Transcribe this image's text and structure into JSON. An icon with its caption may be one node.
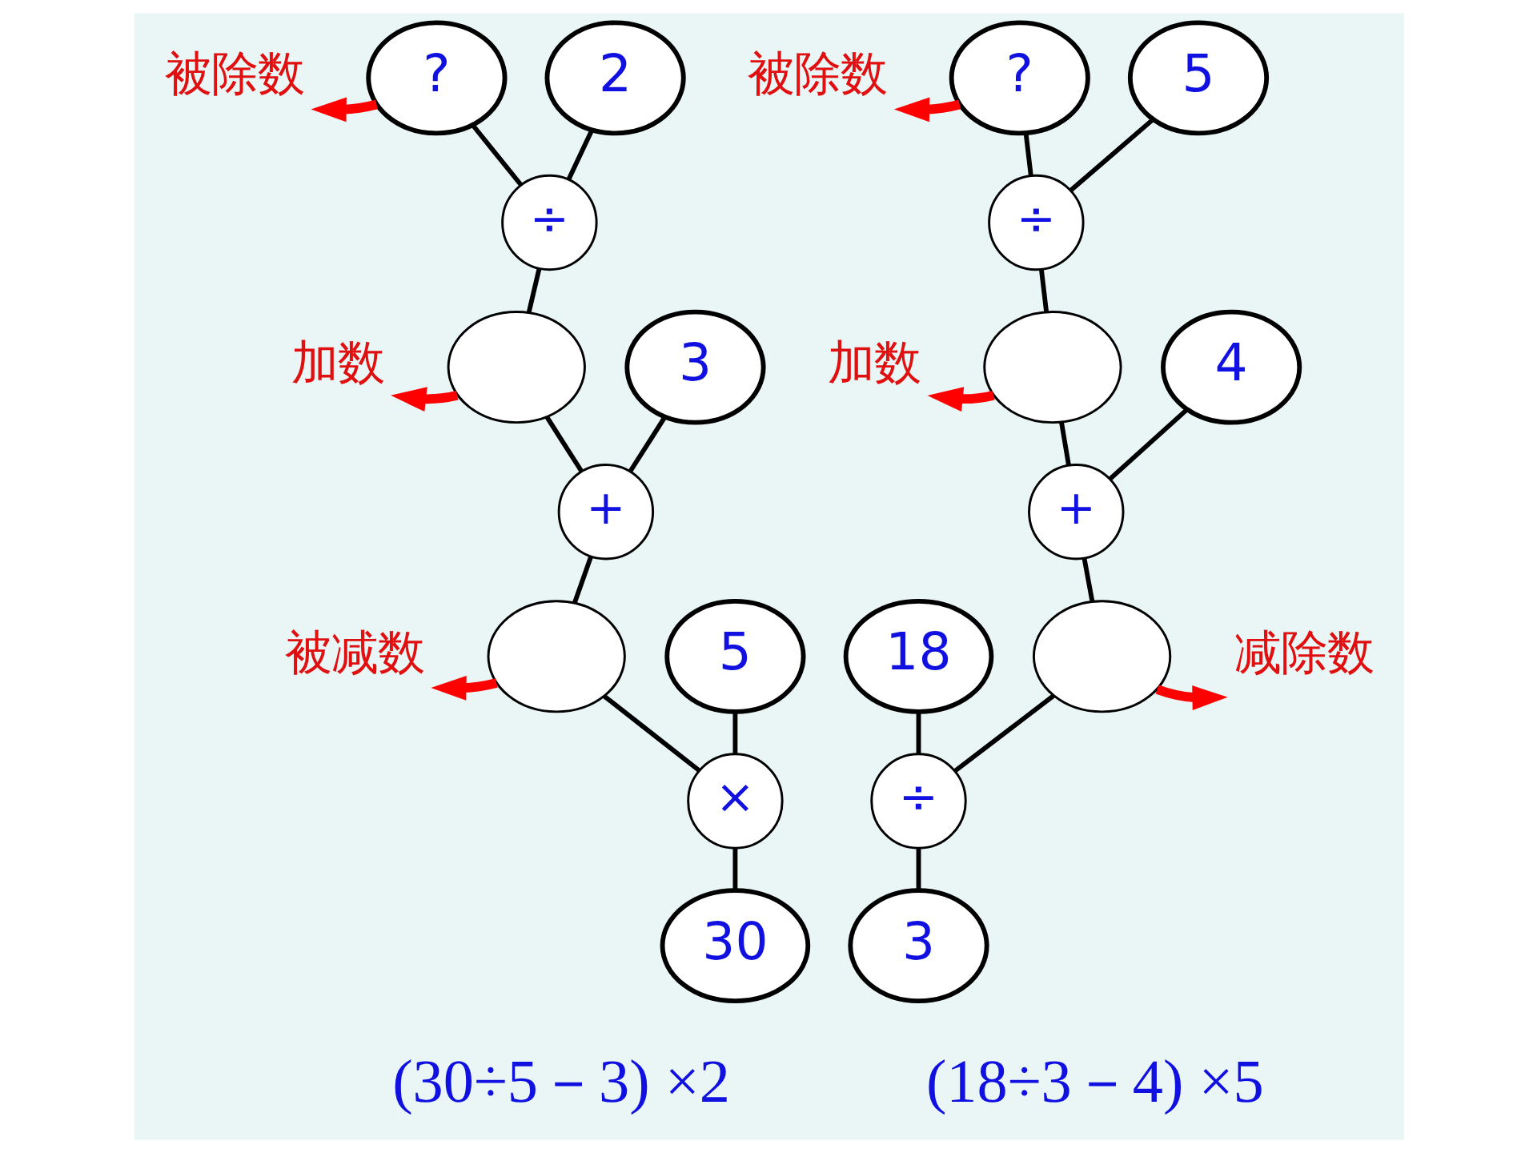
{
  "diagram": {
    "nodes": [
      {
        "text": [
          "被除数"
        ]
      },
      {
        "text": [
          "?"
        ]
      },
      {
        "text": [
          "2"
        ]
      },
      {
        "text": [
          "÷"
        ]
      },
      {
        "text": [
          "加数"
        ]
      },
      {
        "text": [],
        "shape": "ellipse"
      },
      {
        "text": [
          "3"
        ]
      },
      {
        "text": [
          "+"
        ]
      },
      {
        "text": [
          "被减数"
        ]
      },
      {
        "text": [],
        "shape": "ellipse"
      },
      {
        "text": [
          "5"
        ]
      },
      {
        "text": [
          "×"
        ]
      },
      {
        "text": [
          "30"
        ]
      },
      {
        "text": [
          "被除数"
        ]
      },
      {
        "text": [
          "?"
        ]
      },
      {
        "text": [
          "5"
        ]
      },
      {
        "text": [
          "÷"
        ]
      },
      {
        "text": [
          "加数"
        ]
      },
      {
        "text": [],
        "shape": "ellipse"
      },
      {
        "text": [
          "4"
        ]
      },
      {
        "text": [
          "+"
        ]
      },
      {
        "text": [
          "18"
        ]
      },
      {
        "text": [],
        "shape": "ellipse"
      },
      {
        "text": [
          "减除数"
        ]
      },
      {
        "text": [
          "÷"
        ]
      },
      {
        "text": [
          "3"
        ]
      }
    ],
    "edges": [
      {
        "from": 1,
        "to": 0,
        "arrow": "to",
        "style": "thick",
        "color": "#ff0000"
      },
      {
        "from": 1,
        "to": 3,
        "arrow": "none"
      },
      {
        "from": 2,
        "to": 3,
        "arrow": "none"
      },
      {
        "from": 3,
        "to": 5,
        "arrow": "none"
      },
      {
        "from": 5,
        "to": 4,
        "arrow": "to",
        "style": "thick",
        "color": "#ff0000"
      },
      {
        "from": 5,
        "to": 7,
        "arrow": "none"
      },
      {
        "from": 6,
        "to": 7,
        "arrow": "none"
      },
      {
        "from": 7,
        "to": 9,
        "arrow": "none"
      },
      {
        "from": 9,
        "to": 8,
        "arrow": "to",
        "style": "thick",
        "color": "#ff0000"
      },
      {
        "from": 9,
        "to": 11,
        "arrow": "none"
      },
      {
        "from": 10,
        "to": 11,
        "arrow": "none"
      },
      {
        "from": 11,
        "to": 12,
        "arrow": "none"
      },
      {
        "from": 14,
        "to": 13,
        "arrow": "to",
        "style": "thick",
        "color": "#ff0000"
      },
      {
        "from": 14,
        "to": 16,
        "arrow": "none"
      },
      {
        "from": 15,
        "to": 16,
        "arrow": "none"
      },
      {
        "from": 16,
        "to": 18,
        "arrow": "none"
      },
      {
        "from": 18,
        "to": 17,
        "arrow": "to",
        "style": "thick",
        "color": "#ff0000"
      },
      {
        "from": 18,
        "to": 20,
        "arrow": "none"
      },
      {
        "from": 19,
        "to": 20,
        "arrow": "none"
      },
      {
        "from": 20,
        "to": 22,
        "arrow": "none"
      },
      {
        "from": 22,
        "to": 23,
        "arrow": "to",
        "style": "thick",
        "color": "#ff0000"
      },
      {
        "from": 21,
        "to": 24,
        "arrow": "none"
      },
      {
        "from": 22,
        "to": 24,
        "arrow": "none"
      },
      {
        "from": 24,
        "to": 25,
        "arrow": "none"
      }
    ],
    "labels": [
      "(30÷5－3) ×2",
      "(18÷3－4) ×5"
    ]
  }
}
